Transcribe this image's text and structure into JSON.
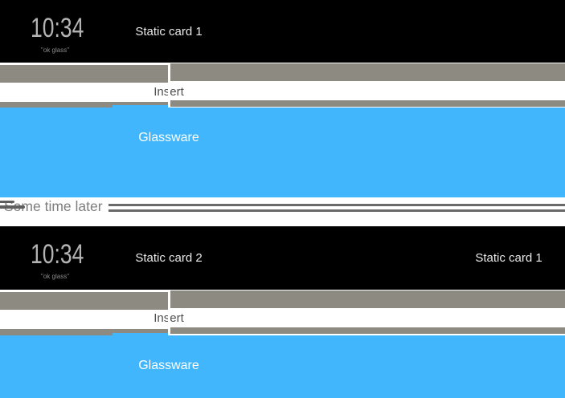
{
  "palette": {
    "card_black": "#000000",
    "timeline_gray": "#8d8a81",
    "glassware_blue": "#41b6fc",
    "break_line_gray": "#696969",
    "insert_text": "#4f4f4f",
    "card_label_text": "#ebebeb",
    "clock_text": "#b3b3b3"
  },
  "timeline1": {
    "clock_time": "10:34",
    "clock_hotword": "\"ok glass\"",
    "static_card": "Static card 1",
    "insert_label": "Insert",
    "glassware_label": "Glassware"
  },
  "time_break": {
    "label": "Some time later"
  },
  "timeline2": {
    "clock_time": "10:34",
    "clock_hotword": "\"ok glass\"",
    "static_card_left": "Static card 2",
    "static_card_right": "Static card 1",
    "insert_label": "Insert",
    "glassware_label": "Glassware"
  }
}
